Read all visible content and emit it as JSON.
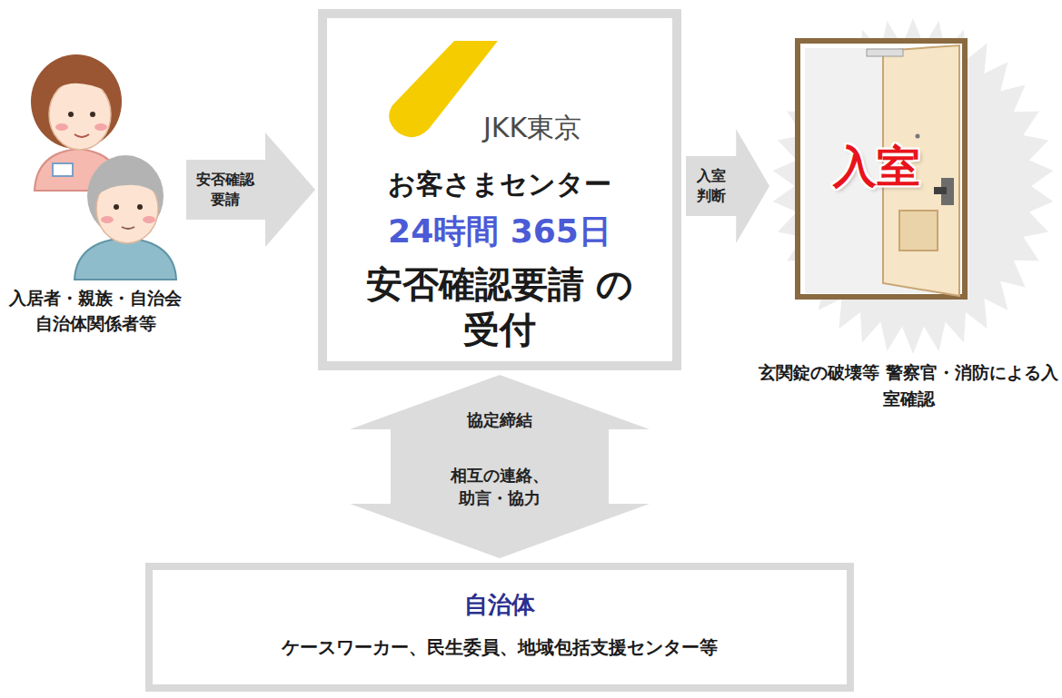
{
  "diagram": {
    "nodes": [
      {
        "text": [
          "入居者・親族・自治会 自治体関係者等"
        ]
      },
      {
        "text": [
          "JKK東京",
          "お客さまセンター",
          "24時間 365日",
          "安否確認要請 の受付"
        ]
      },
      {
        "text": [
          "入室",
          "玄関錠の破壊等 警察官・消防による入室確認"
        ]
      },
      {
        "text": [
          "自治体",
          "ケースワーカー、民生委員、地域包括支援センター等"
        ]
      }
    ],
    "edges": [
      {
        "from": 0,
        "to": 1,
        "label": "安否確認要請",
        "arrow": "to"
      },
      {
        "from": 1,
        "to": 2,
        "label": "入室判断",
        "arrow": "to"
      },
      {
        "from": 1,
        "to": 3,
        "label": "協定締結",
        "arrow": "both"
      }
    ],
    "labels": [
      "相互の連絡、 助言・協力"
    ]
  }
}
